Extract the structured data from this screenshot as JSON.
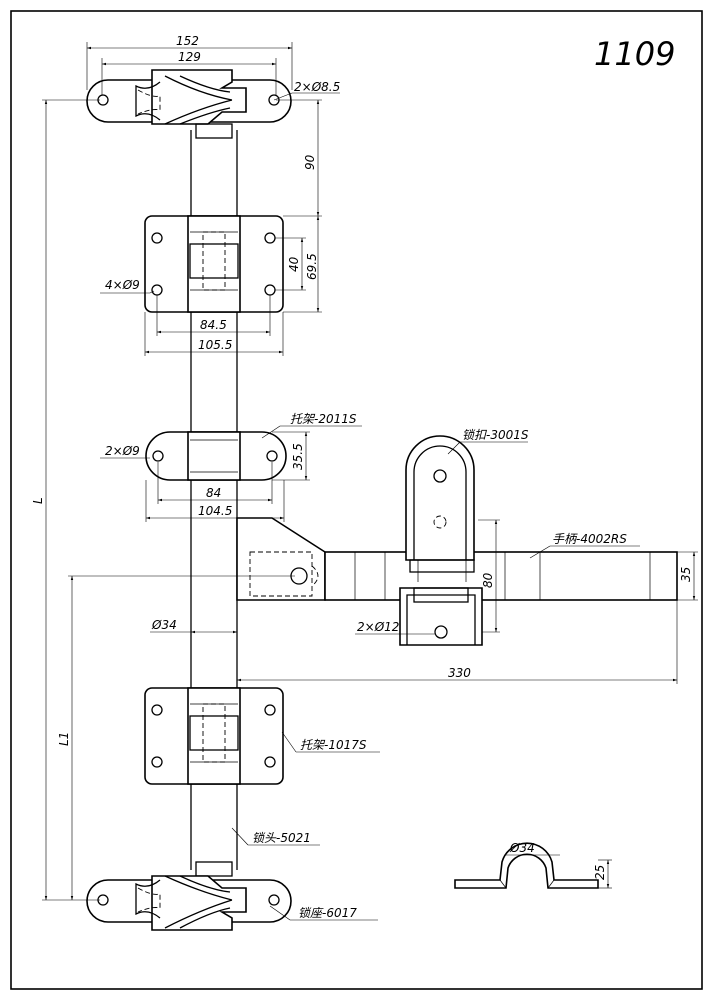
{
  "drawing_number": "1109",
  "dims": {
    "w152": "152",
    "w129": "129",
    "holes_85": "2×Ø8.5",
    "v90": "90",
    "v40": "40",
    "v695": "69.5",
    "holes_4x9": "4×Ø9",
    "w845": "84.5",
    "w1055": "105.5",
    "holes_2x9": "2×Ø9",
    "v355": "35.5",
    "w84": "84",
    "w1045": "104.5",
    "L": "L",
    "L1": "L1",
    "d34": "Ø34",
    "holes_2x12": "2×Ø12",
    "v80": "80",
    "v35": "35",
    "w330": "330",
    "clip_d34": "Ø34",
    "clip_25": "25"
  },
  "callouts": {
    "bracket_2011s": "托架-2011S",
    "keeper_3001s": "锁扣-3001S",
    "handle_4002rs": "手柄-4002RS",
    "bracket_1017s": "托架-1017S",
    "cam_5021": "锁头-5021",
    "seat_6017": "锁座-6017"
  }
}
